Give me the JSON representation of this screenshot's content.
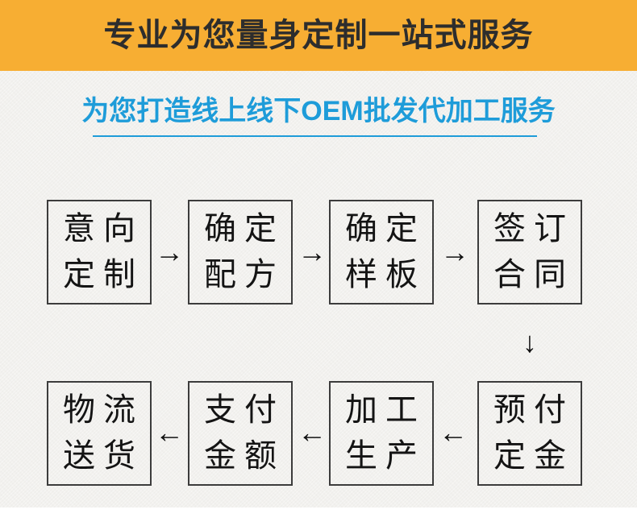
{
  "banner": {
    "title": "专业为您量身定制一站式服务"
  },
  "subtitle": {
    "text": "为您打造线上线下OEM批发代加工服务"
  },
  "flow": {
    "arrow_right": "→",
    "arrow_down": "↓",
    "arrow_left": "←",
    "row1": {
      "steps": [
        {
          "line1": "意向",
          "line2": "定制"
        },
        {
          "line1": "确定",
          "line2": "配方"
        },
        {
          "line1": "确定",
          "line2": "样板"
        },
        {
          "line1": "签订",
          "line2": "合同"
        }
      ]
    },
    "row2": {
      "steps": [
        {
          "line1": "物流",
          "line2": "送货"
        },
        {
          "line1": "支付",
          "line2": "金额"
        },
        {
          "line1": "加工",
          "line2": "生产"
        },
        {
          "line1": "预付",
          "line2": "定金"
        }
      ]
    }
  },
  "colors": {
    "banner_bg": "#F7AE33",
    "banner_text": "#2D2D2D",
    "accent_blue": "#1E9CD9",
    "page_bg": "#F2F1EE",
    "box_border": "#3C3C3C",
    "box_text": "#141414",
    "arrow": "#111111"
  }
}
